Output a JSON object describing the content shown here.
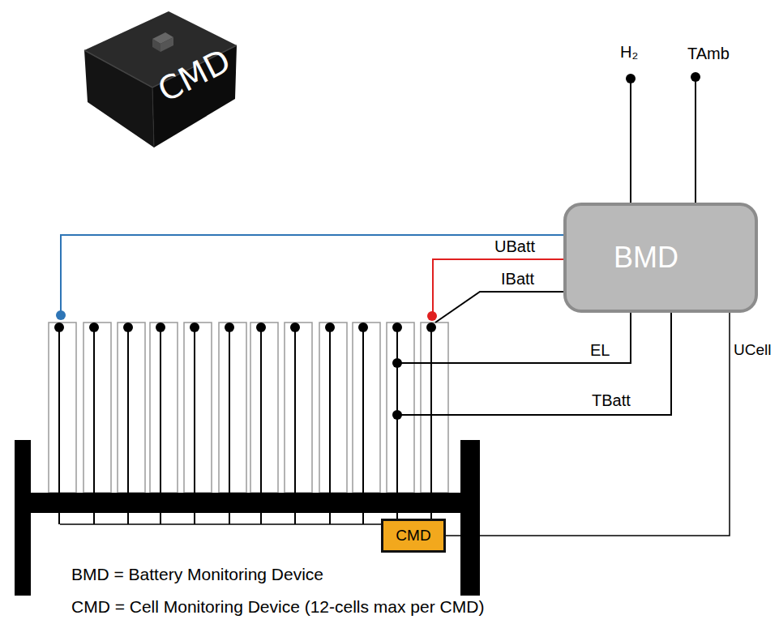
{
  "diagram": {
    "nodes": [
      {
        "text": [
          "CMD"
        ]
      },
      {
        "text": [
          "BMD"
        ]
      },
      {
        "text": [
          "CMD"
        ]
      }
    ],
    "edges": [
      {
        "from": 1,
        "to": 2,
        "arrow": "none",
        "label": "UCell"
      }
    ],
    "labels": [
      "H₂",
      "TAmb",
      "UBatt",
      "IBatt",
      "EL",
      "TBatt",
      "BMD = Battery Monitoring Device",
      "CMD = Cell Monitoring Device (12-cells max per CMD)"
    ]
  }
}
